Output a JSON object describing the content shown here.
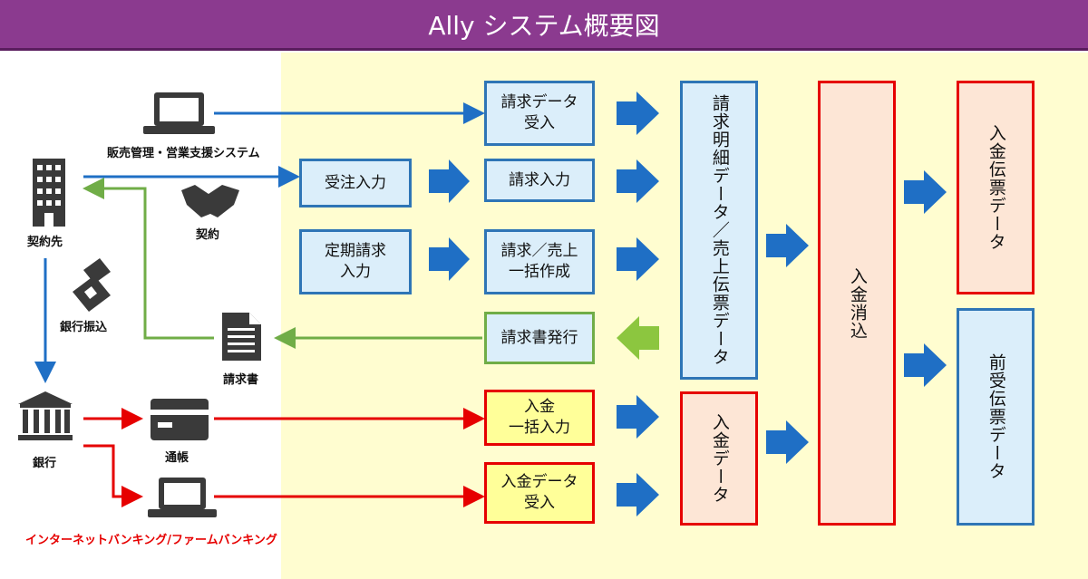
{
  "title": "Ally システム概要図",
  "nodes": {
    "seikyu_data_ukeire": "請求データ\n受入",
    "juchu_nyuryoku": "受注入力",
    "seikyu_nyuryoku": "請求入力",
    "teiki_seikyu": "定期請求\n入力",
    "ikkatsu_sakusei": "請求／売上\n一括作成",
    "seikyusho_hakko": "請求書発行",
    "nyukin_ikkatsu": "入金\n一括入力",
    "nyukin_data_ukeire": "入金データ\n受入",
    "meisai_data": "請求明細データ／売上伝票データ",
    "nyukin_data": "入金データ",
    "nyukin_keshikomi": "入金消込",
    "nyukin_denpyo": "入金伝票データ",
    "maeuke_denpyo": "前受伝票データ"
  },
  "labels": {
    "sales_system": "販売管理・営業支援システム",
    "customer": "契約先",
    "contract": "契約",
    "bank_transfer": "銀行振込",
    "invoice": "請求書",
    "bank": "銀行",
    "passbook": "通帳",
    "internet_banking": "インターネットバンキング/ファームバンキング"
  },
  "colors": {
    "title_bg": "#8b3a8f",
    "main_bg": "#fffdd0",
    "blue_arrow": "#1f6fc5",
    "green_line": "#70ad47",
    "red_line": "#e60000",
    "icon": "#3a3a3a"
  }
}
